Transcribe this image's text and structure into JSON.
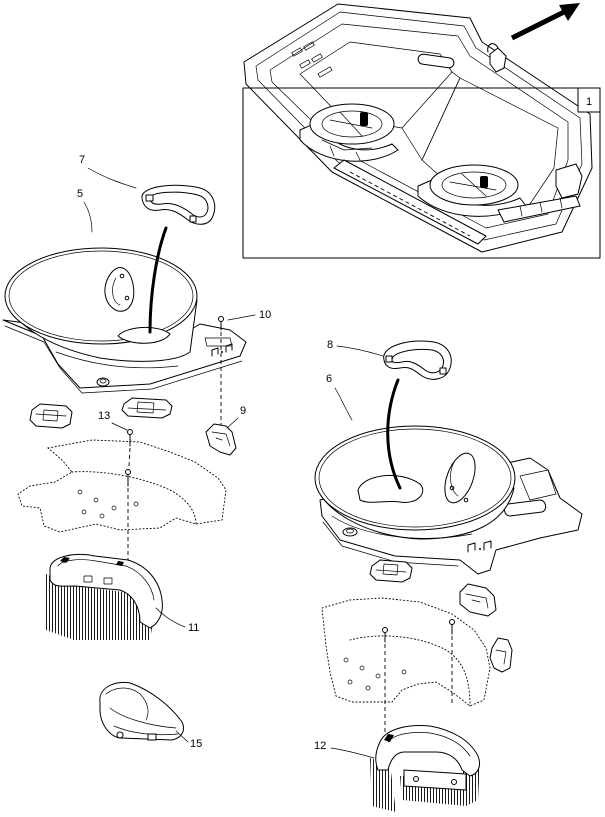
{
  "diagram": {
    "callouts": [
      "1",
      "5",
      "6",
      "7",
      "8",
      "9",
      "10",
      "11",
      "12",
      "13",
      "15"
    ]
  },
  "colors": {
    "line": "#000000",
    "background": "#ffffff"
  }
}
